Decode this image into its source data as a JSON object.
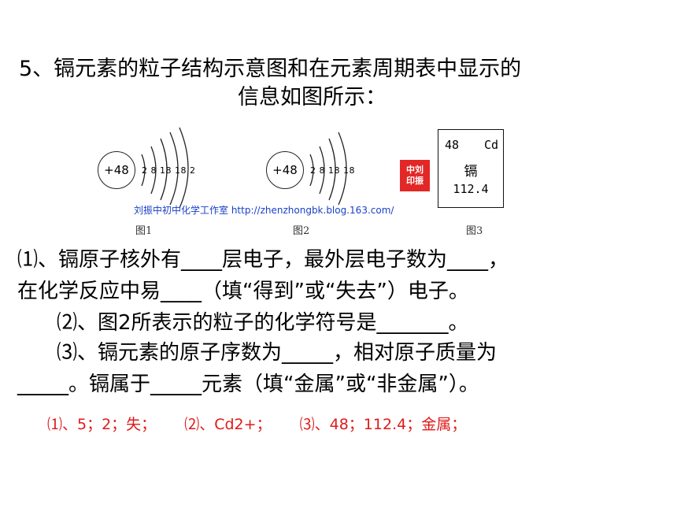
{
  "question": {
    "title_line1": "5、镉元素的粒子结构示意图和在元素周期表中显示的",
    "title_line2": "信息如图所示：",
    "q1_line1": "⑴、镉原子核外有____层电子，最外层电子数为____，",
    "q1_line2": "在化学反应中易____（填“得到”或“失去”）电子。",
    "q2": "⑵、图2所表示的粒子的化学符号是_______。",
    "q3_line1": "⑶、镉元素的原子序数为_____，相对原子质量为",
    "q3_line2": "_____。镉属于_____元素（填“金属”或“非金属”）。"
  },
  "figure": {
    "fig1": {
      "nucleus": "+48",
      "shells": "2 8 18 18 2",
      "caption": "图1"
    },
    "fig2": {
      "nucleus": "+48",
      "shells": "2 8 18 18",
      "caption": "图2"
    },
    "fig3": {
      "number": "48",
      "symbol": "Cd",
      "name": "镉",
      "mass": "112.4",
      "caption": "图3"
    },
    "seal": {
      "line1": "中刘",
      "line2": "印振"
    },
    "watermark": "刘振中初中化学工作室 http://zhenzhongbk.blog.163.com/"
  },
  "answers": {
    "a1": "⑴、5；2；失；",
    "a2": "⑵、Cd2+；",
    "a3": "⑶、48；112.4；金属；"
  },
  "colors": {
    "answer": "#e01a1a",
    "watermark": "#1a40c9",
    "seal": "#e32727"
  }
}
